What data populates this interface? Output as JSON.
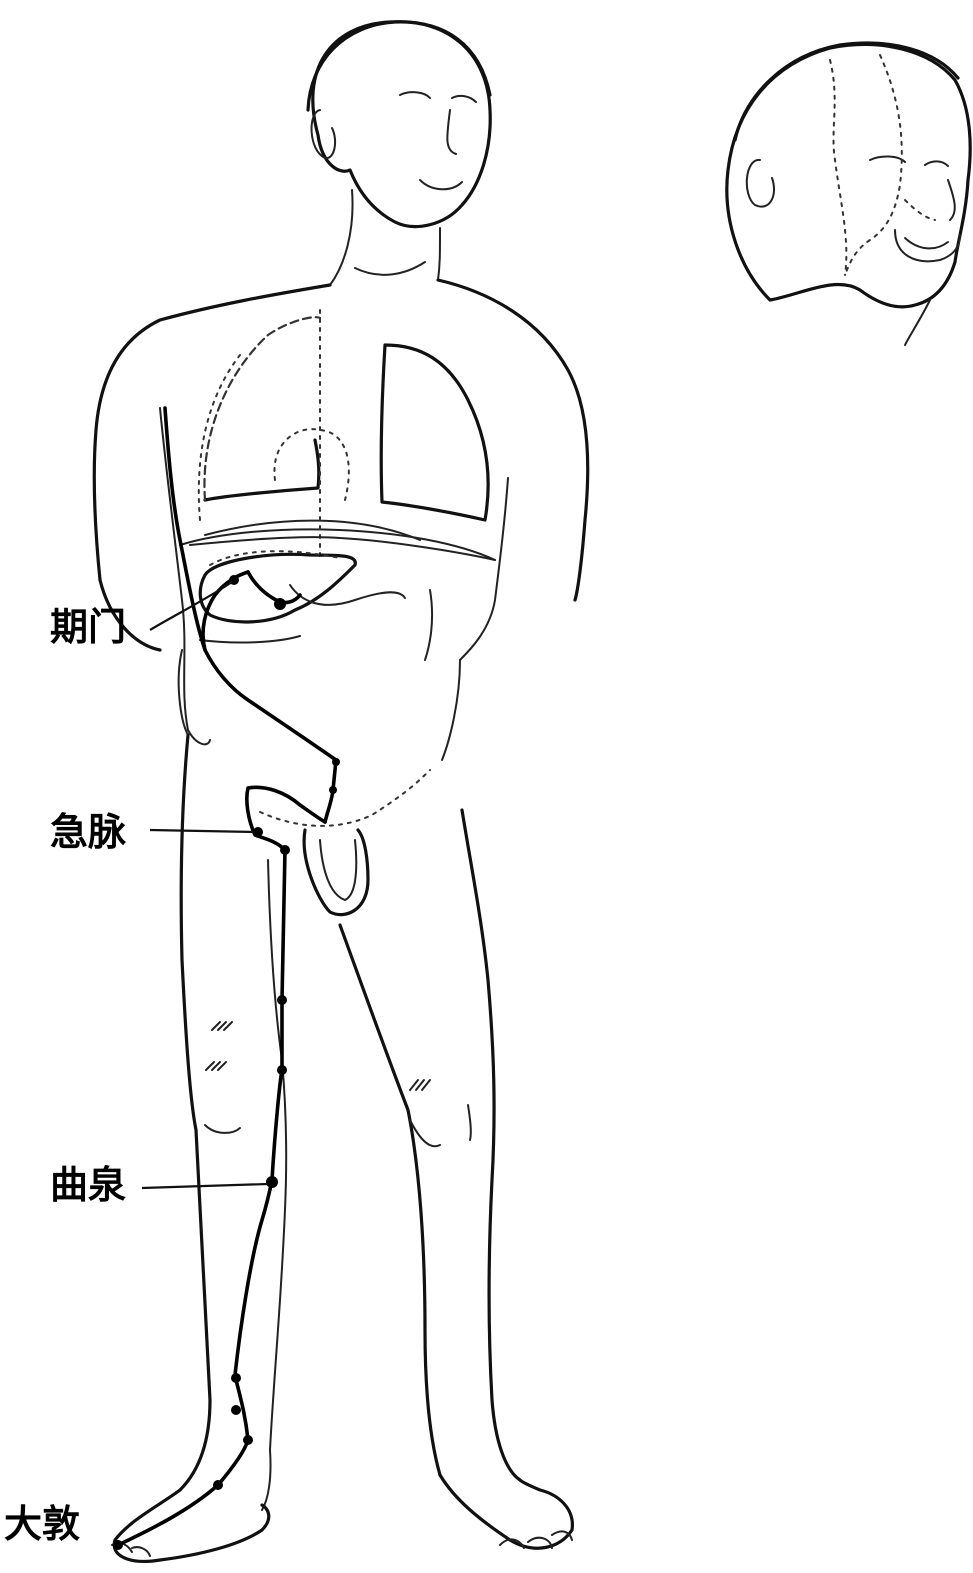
{
  "labels": {
    "qimen": "期门",
    "jimai": "急脉",
    "ququan": "曲泉",
    "dadun": "大敦"
  },
  "colors": {
    "ink": "#111111",
    "background": "#ffffff"
  }
}
